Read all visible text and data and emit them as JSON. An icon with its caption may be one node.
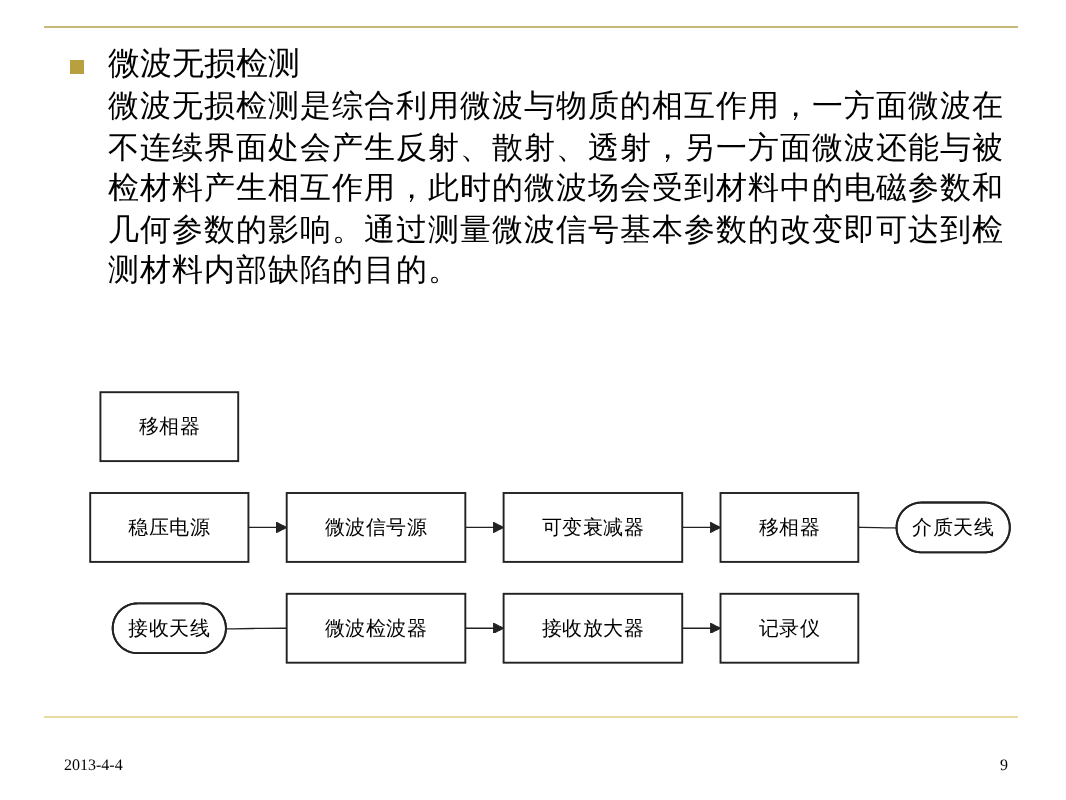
{
  "diagram": {
    "title": "微波无损检测",
    "nodes": [
      {
        "text": [
          "微波信号源"
        ]
      },
      {
        "text": [
          "可变衰减器"
        ]
      },
      {
        "text": [
          "移相器"
        ]
      },
      {
        "text": [
          "介质天线"
        ]
      },
      {
        "text": [
          "移相器"
        ]
      },
      {
        "text": [
          "接收天线"
        ]
      },
      {
        "text": [
          "微波检波器"
        ]
      },
      {
        "text": [
          "接收放大器"
        ]
      },
      {
        "text": [
          "记录仪"
        ]
      },
      {
        "text": [
          "稳压电源"
        ]
      }
    ],
    "edges": [
      {
        "from": 9,
        "to": 0,
        "arrow": "to"
      },
      {
        "from": 0,
        "to": 1,
        "arrow": "to"
      },
      {
        "from": 1,
        "to": 2,
        "arrow": "to"
      },
      {
        "from": 2,
        "to": 3,
        "arrow": "none"
      },
      {
        "from": 5,
        "to": 6,
        "arrow": "none"
      },
      {
        "from": 6,
        "to": 7,
        "arrow": "to"
      },
      {
        "from": 7,
        "to": 8,
        "arrow": "to"
      }
    ],
    "labels": [
      "微波无损检测是综合利用微波与物质的相互作用，一方面微波在不连续界面处会产生反射、散射、透射，另一方面微波还能与被检材料产生相互作用，此时的微波场会受到材料中的电磁参数和几何参数的影响。通过测量微波信号基本参数的改变即可达到检测材料内部缺陷的目的。",
      "2013-4-4",
      "9"
    ]
  }
}
